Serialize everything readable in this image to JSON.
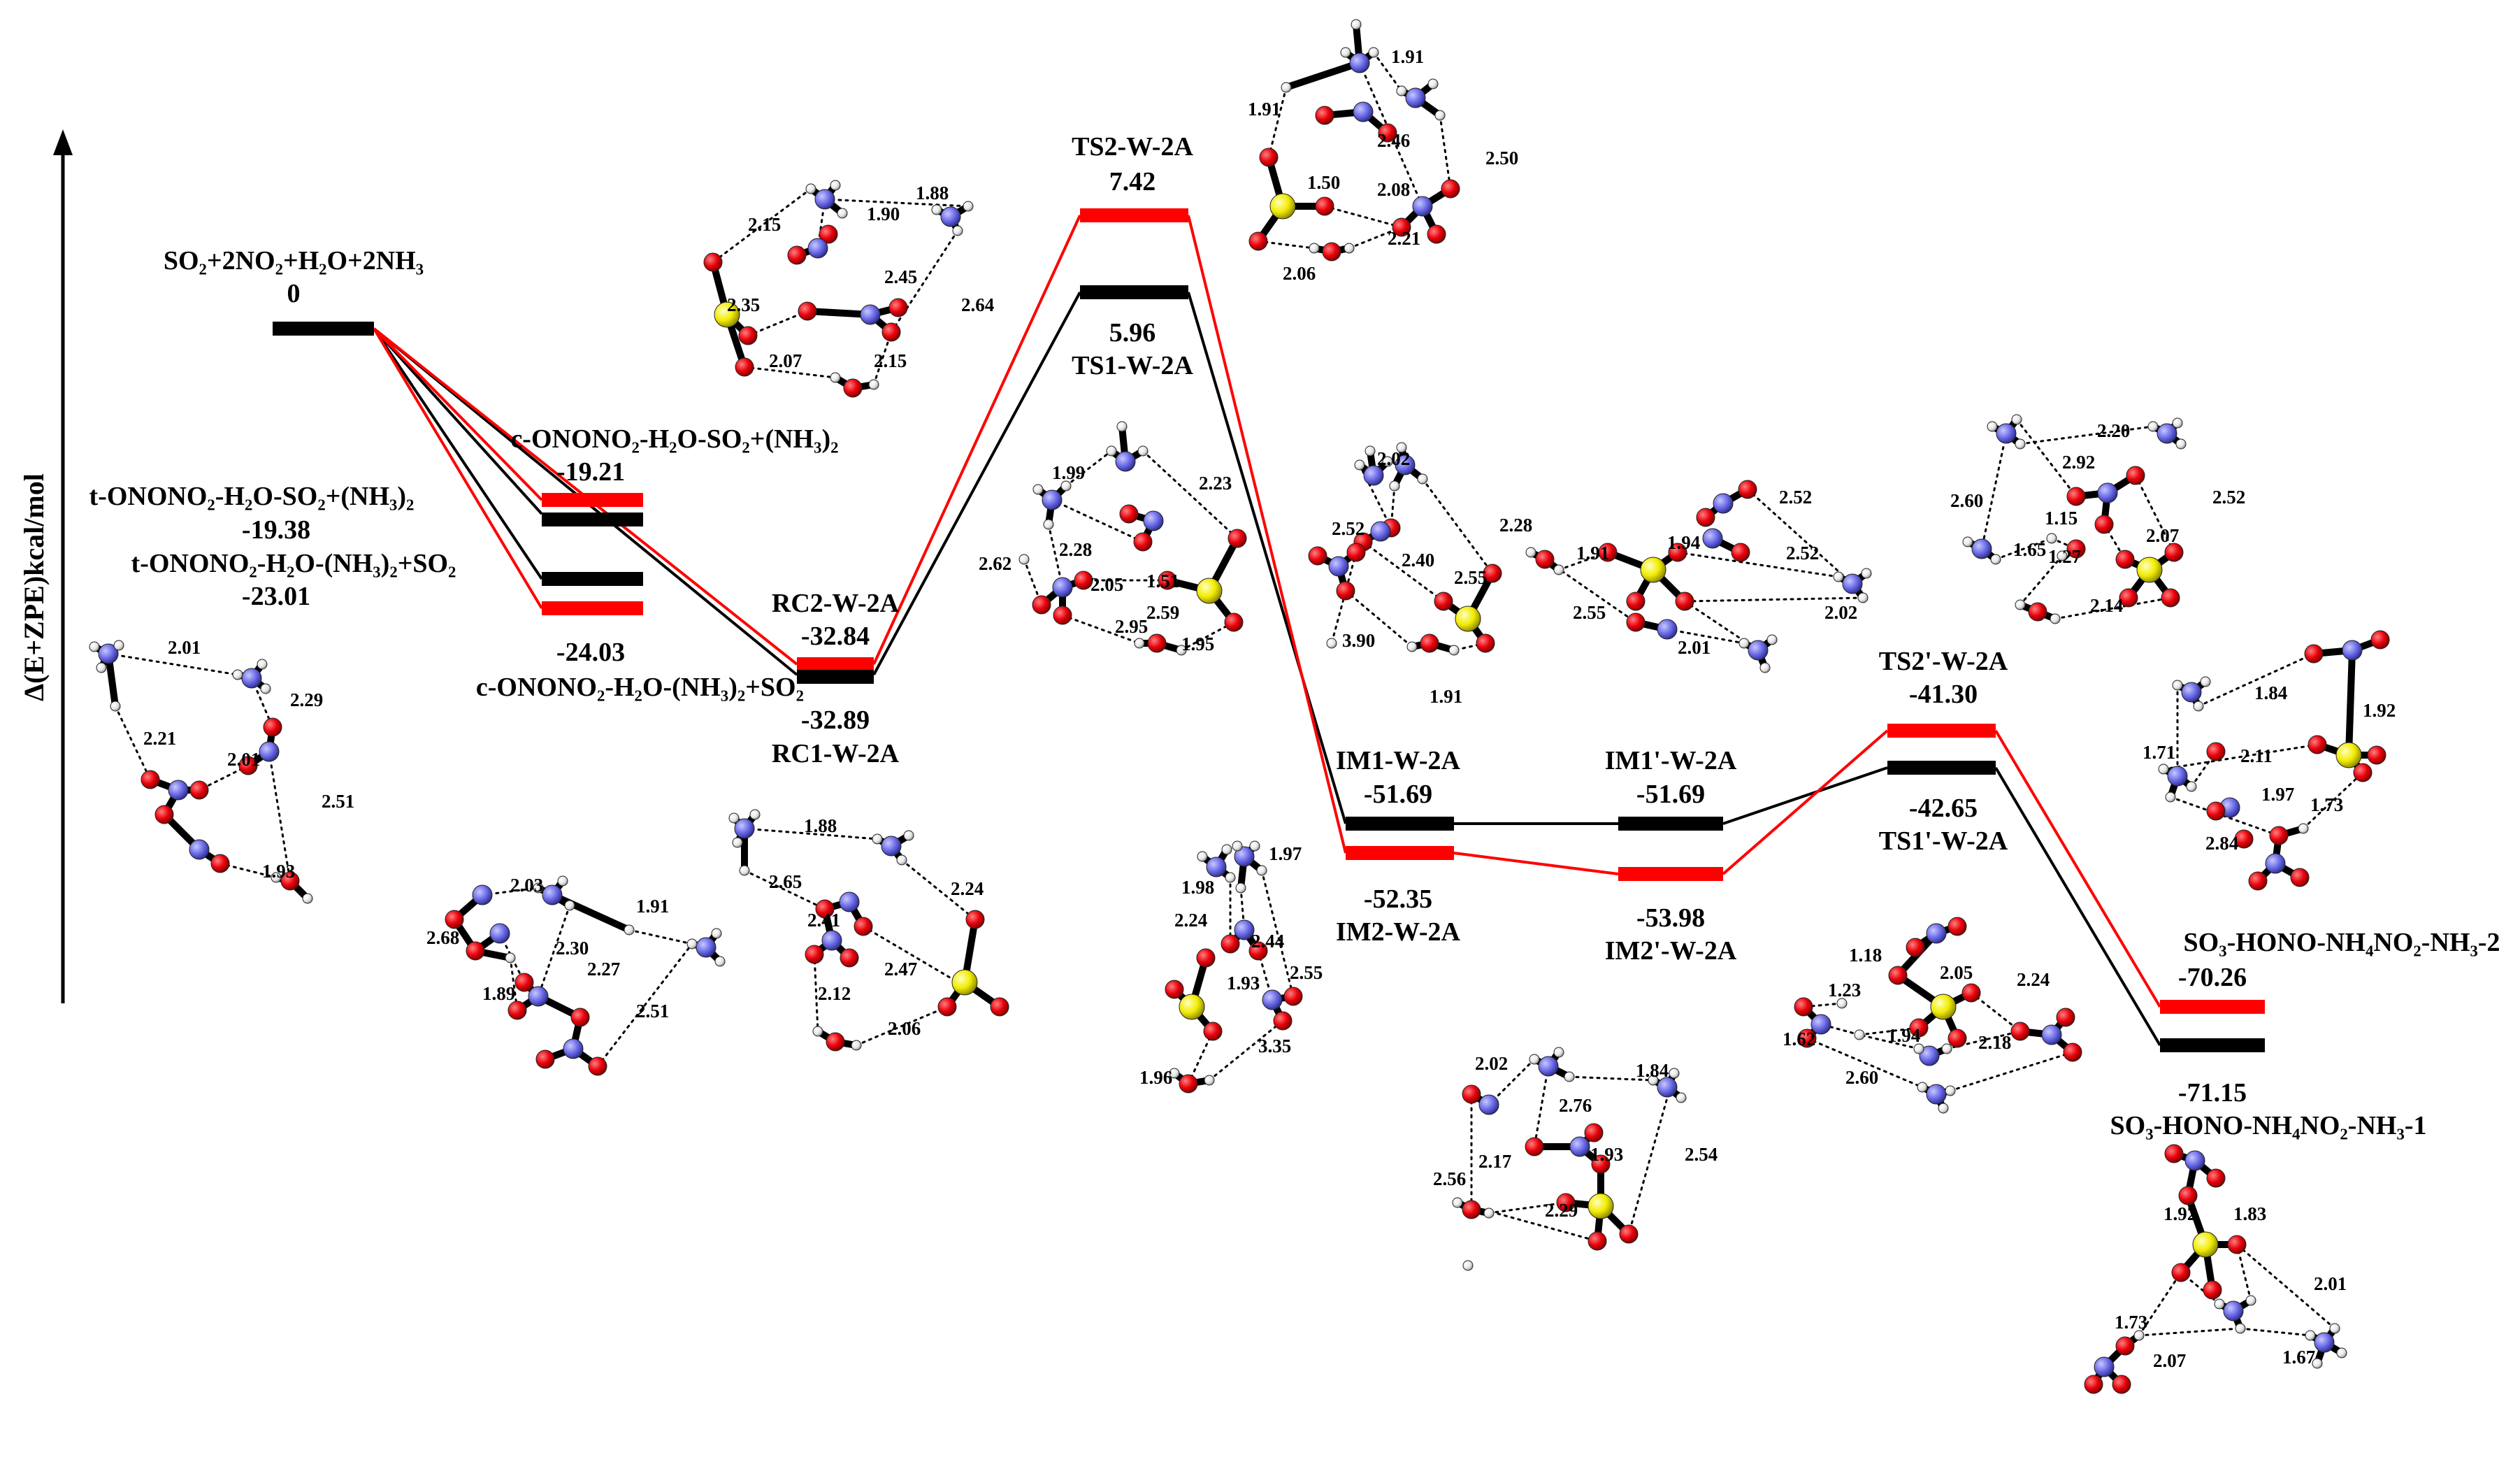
{
  "axis": {
    "ylabel": "Δ(E+ZPE)kcal/mol"
  },
  "levels": {
    "start": {
      "name": "SO₂+2NO₂+H₂O+2NH₃",
      "value": "0"
    },
    "c_so2": {
      "name": "c-ONONO₂-H₂O-SO₂+(NH₃)₂",
      "value": "-19.21"
    },
    "t_so2": {
      "name": "t-ONONO₂-H₂O-SO₂+(NH₃)₂",
      "value": "-19.38"
    },
    "t_nh3": {
      "name": "t-ONONO₂-H₂O-(NH₃)₂+SO₂",
      "value": "-23.01"
    },
    "c_nh3": {
      "name": "c-ONONO₂-H₂O-(NH₃)₂+SO₂",
      "value": "-24.03"
    },
    "rc2": {
      "name": "RC2-W-2A",
      "value": "-32.84"
    },
    "rc1": {
      "name": "RC1-W-2A",
      "value": "-32.89"
    },
    "ts2": {
      "name": "TS2-W-2A",
      "value": "7.42"
    },
    "ts1": {
      "name": "TS1-W-2A",
      "value": "5.96"
    },
    "im1": {
      "name": "IM1-W-2A",
      "value": "-51.69"
    },
    "im1p": {
      "name": "IM1'-W-2A",
      "value": "-51.69"
    },
    "im2": {
      "name": "IM2-W-2A",
      "value": "-52.35"
    },
    "im2p": {
      "name": "IM2'-W-2A",
      "value": "-53.98"
    },
    "ts2p": {
      "name": "TS2'-W-2A",
      "value": "-41.30"
    },
    "ts1p": {
      "name": "TS1'-W-2A",
      "value": "-42.65"
    },
    "p2": {
      "name": "SO₃-HONO-NH₄NO₂-NH₃-2",
      "value": "-70.26"
    },
    "p1": {
      "name": "SO₃-HONO-NH₄NO₂-NH₃-1",
      "value": "-71.15"
    }
  },
  "colors": {
    "path1": "#000000",
    "path2": "#ff0000",
    "oxygen": "#e8000b",
    "nitrogen": "#6a6ae8",
    "sulfur": "#f2ec00",
    "hydrogen": "#f0f0f0"
  },
  "structures": [
    {
      "id": "s-t-reactant",
      "distances": [
        "2.01",
        "2.29",
        "2.21",
        "2.01",
        "2.51",
        "1.93"
      ]
    },
    {
      "id": "s-c-reactant",
      "distances": [
        "2.03",
        "2.68",
        "1.91",
        "2.30",
        "1.89",
        "2.27",
        "2.51"
      ]
    },
    {
      "id": "s-rc2",
      "distances": [
        "2.15",
        "1.90",
        "1.88",
        "2.45",
        "2.64",
        "2.35",
        "2.07",
        "2.15"
      ]
    },
    {
      "id": "s-rc1",
      "distances": [
        "1.88",
        "2.65",
        "2.24",
        "2.41",
        "2.47",
        "2.12",
        "2.06"
      ]
    },
    {
      "id": "s-ts2",
      "distances": [
        "1.91",
        "1.91",
        "2.46",
        "2.50",
        "1.50",
        "2.08",
        "2.21",
        "2.06"
      ]
    },
    {
      "id": "s-ts1",
      "distances": [
        "1.99",
        "2.23",
        "2.28",
        "2.62",
        "2.05",
        "1.51",
        "2.59",
        "2.95",
        "1.95"
      ]
    },
    {
      "id": "s-ts1-lower",
      "distances": [
        "1.97",
        "1.98",
        "2.24",
        "2.44",
        "2.55",
        "1.93",
        "3.35",
        "1.96"
      ]
    },
    {
      "id": "s-im1",
      "distances": [
        "2.02",
        "2.52",
        "2.28",
        "2.40",
        "2.55",
        "3.90",
        "1.91"
      ]
    },
    {
      "id": "s-im1p",
      "distances": [
        "2.52",
        "1.91",
        "1.94",
        "2.52",
        "2.55",
        "2.02",
        "2.01"
      ]
    },
    {
      "id": "s-im2p",
      "distances": [
        "2.02",
        "1.84",
        "2.76",
        "2.56",
        "2.17",
        "1.93",
        "2.54",
        "2.29"
      ]
    },
    {
      "id": "s-ts2p",
      "distances": [
        "2.20",
        "2.92",
        "2.60",
        "2.52",
        "1.15",
        "1.65",
        "1.27",
        "2.07",
        "2.14"
      ]
    },
    {
      "id": "s-ts1p",
      "distances": [
        "1.18",
        "1.23",
        "2.05",
        "2.24",
        "1.62",
        "1.94",
        "2.18",
        "2.60"
      ]
    },
    {
      "id": "s-p2",
      "distances": [
        "1.84",
        "1.92",
        "1.71",
        "2.11",
        "1.97",
        "1.73",
        "2.84"
      ]
    },
    {
      "id": "s-p1",
      "distances": [
        "1.92",
        "1.83",
        "2.01",
        "1.73",
        "2.07",
        "1.67"
      ]
    }
  ]
}
